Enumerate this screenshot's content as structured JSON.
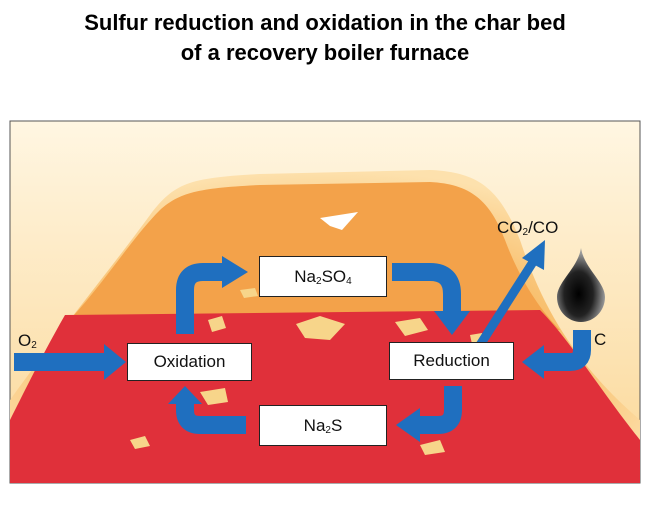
{
  "title": {
    "line1": "Sulfur reduction and oxidation in the char bed",
    "line2": "of a recovery boiler furnace"
  },
  "nodes": {
    "oxidation": "Oxidation",
    "reduction": "Reduction",
    "sulfate": {
      "main": "Na",
      "sub1": "2",
      "mid": "SO",
      "sub2": "4"
    },
    "sulfide": {
      "main": "Na",
      "sub1": "2",
      "mid": "S"
    }
  },
  "labels": {
    "oxygen": {
      "main": "O",
      "sub": "2"
    },
    "carbon_oxides": {
      "pre": "CO",
      "sub": "2",
      "post": "/CO"
    },
    "carbon": "C"
  },
  "colors": {
    "bed_red": "#e0303a",
    "bed_orange": "#f3a24a",
    "glow_light": "#fde3b0",
    "arrow_blue": "#1f6fbf",
    "flake": "#f7d58a"
  }
}
